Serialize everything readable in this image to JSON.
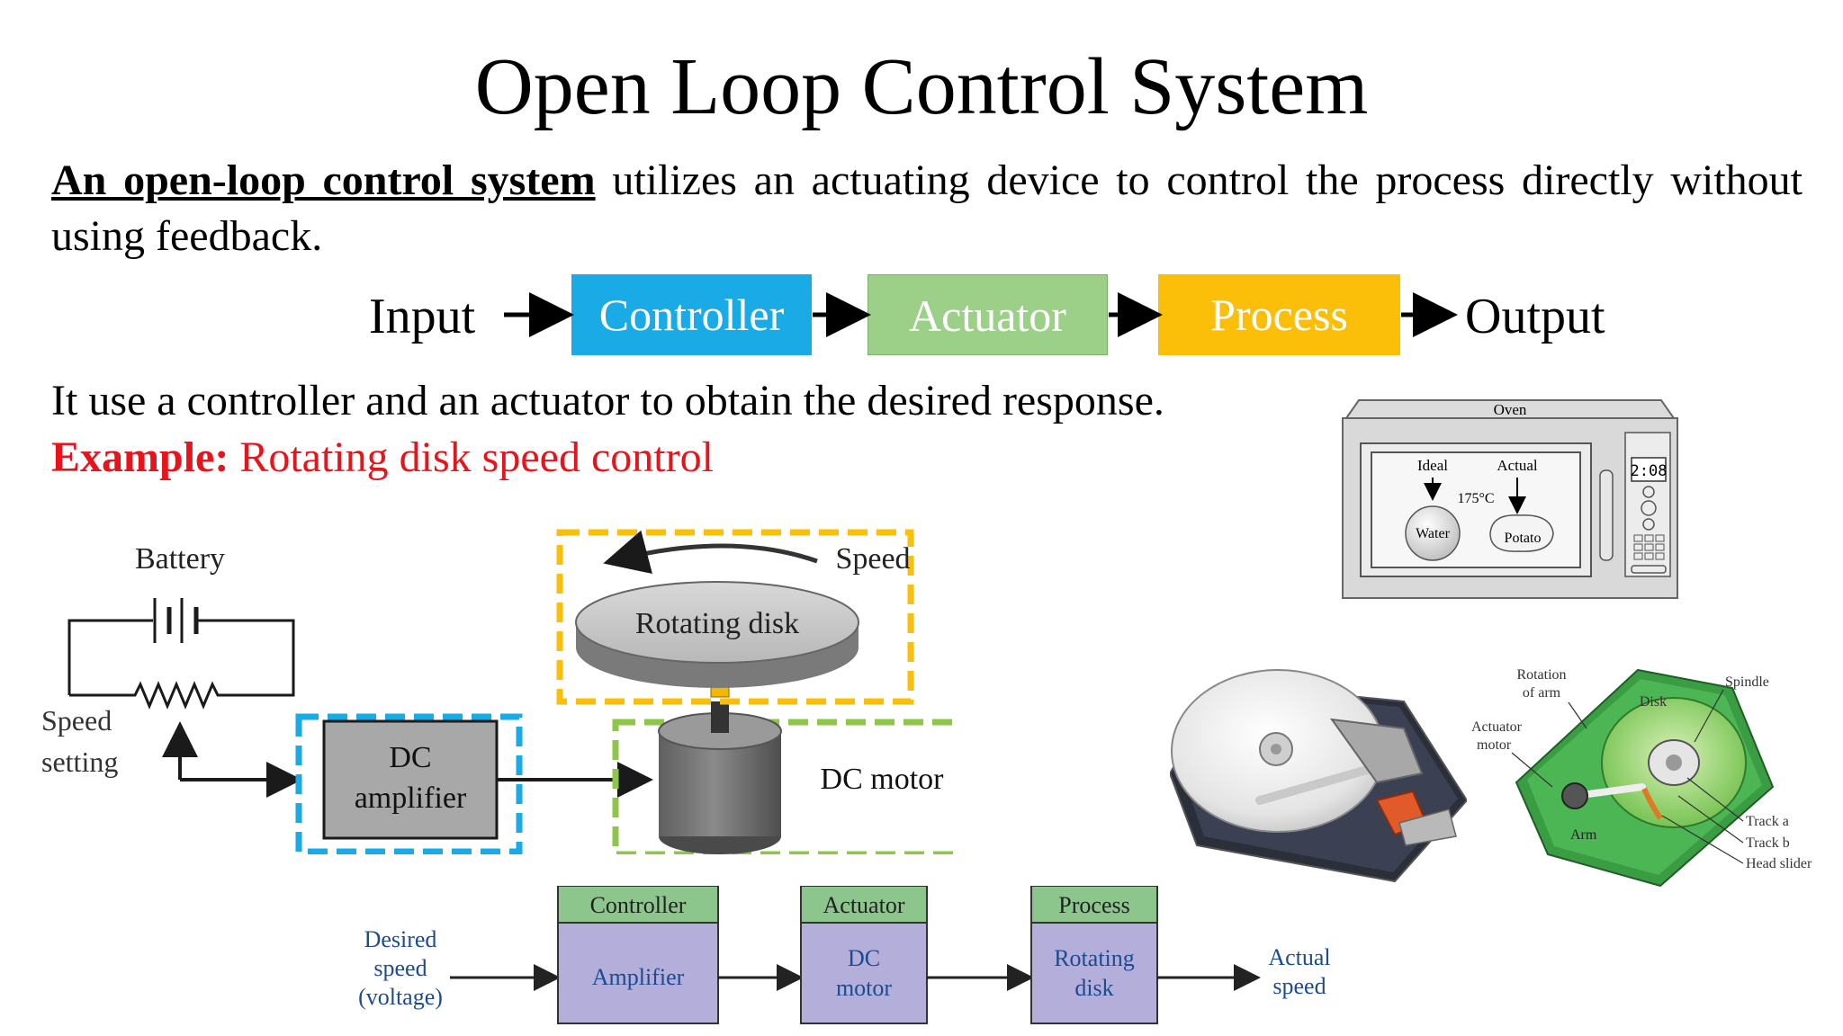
{
  "slide": {
    "title": "Open Loop Control System",
    "intro_term": "An open-loop control system",
    "intro_rest": " utilizes an actuating device to control the process directly without using feedback.",
    "sentence": "It use a controller and an actuator to obtain the desired response.",
    "example_label": "Example:",
    "example_text": " Rotating disk speed control"
  },
  "flow": {
    "input": "Input",
    "output": "Output",
    "blocks": [
      {
        "label": "Controller",
        "color": "#1aaae6"
      },
      {
        "label": "Actuator",
        "color": "#9ccf88"
      },
      {
        "label": "Process",
        "color": "#fbbf09"
      }
    ]
  },
  "oven": {
    "title": "Oven",
    "ideal": "Ideal",
    "actual": "Actual",
    "temp": "175°C",
    "water": "Water",
    "potato": "Potato",
    "clock": "2:08"
  },
  "circuit": {
    "battery": "Battery",
    "speed_setting_1": "Speed",
    "speed_setting_2": "setting",
    "speed": "Speed",
    "disk": "Rotating disk",
    "amp_1": "DC",
    "amp_2": "amplifier",
    "motor": "DC motor"
  },
  "block_diagram": {
    "input_lines": [
      "Desired",
      "speed",
      "(voltage)"
    ],
    "output_lines": [
      "Actual",
      "speed"
    ],
    "blocks": [
      {
        "header": "Controller",
        "body": [
          "Amplifier"
        ]
      },
      {
        "header": "Actuator",
        "body": [
          "DC",
          "motor"
        ]
      },
      {
        "header": "Process",
        "body": [
          "Rotating",
          "disk"
        ]
      }
    ]
  },
  "hdd_diagram": {
    "rotation_1": "Rotation",
    "rotation_2": "of arm",
    "spindle": "Spindle",
    "disk": "Disk",
    "actuator_1": "Actuator",
    "actuator_2": "motor",
    "arm": "Arm",
    "track_a": "Track a",
    "track_b": "Track b",
    "head_slider": "Head slider"
  },
  "colors": {
    "accent_red": "#e8141b",
    "blue_dash": "#1aaae6",
    "green_dash": "#8cc64a",
    "yellow_dash": "#fbbf09",
    "block_header": "#8cc68c",
    "block_body": "#b4aedb"
  }
}
